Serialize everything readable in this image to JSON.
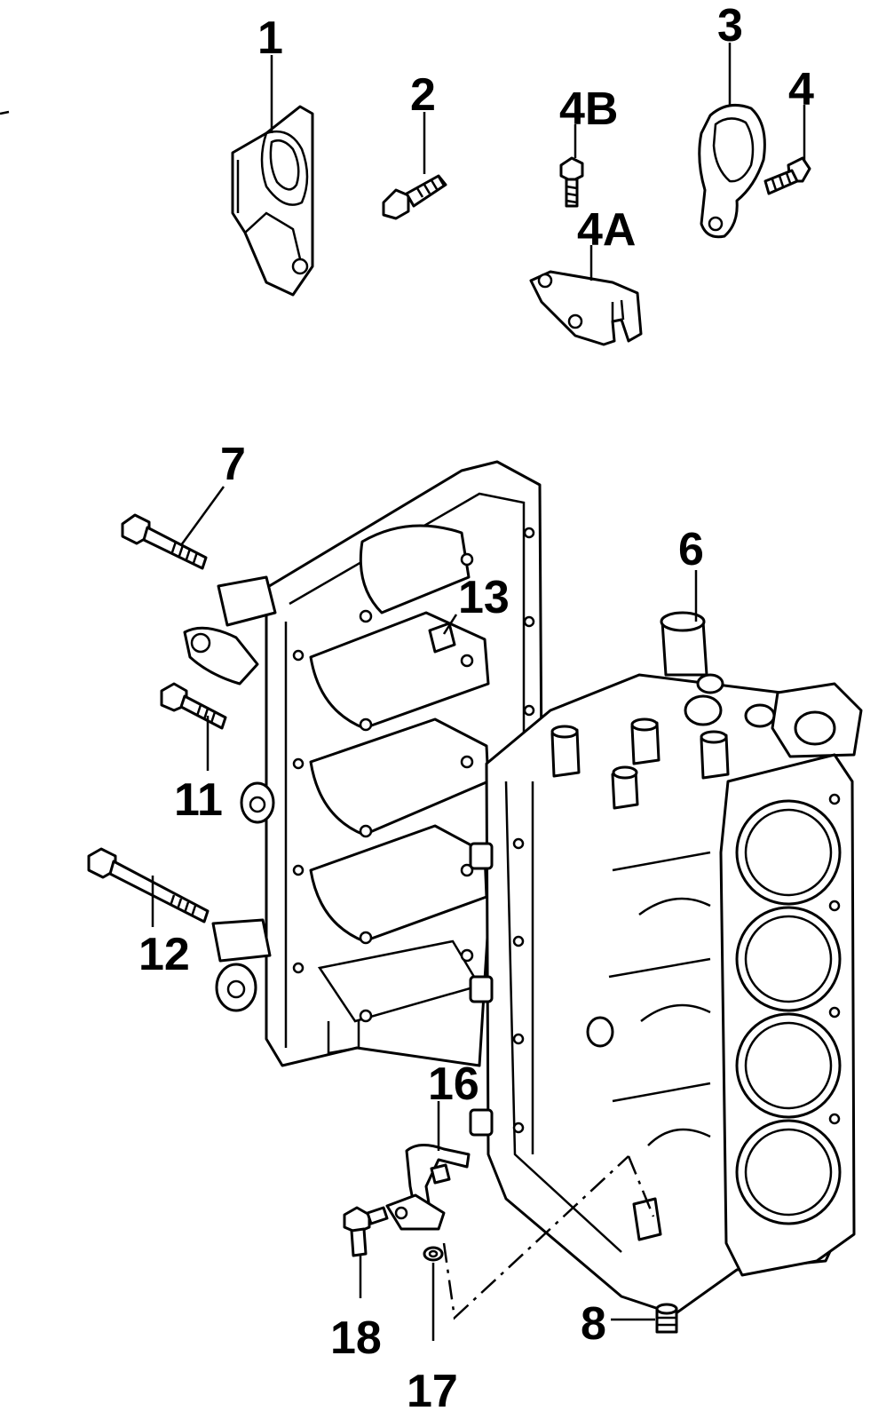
{
  "diagram": {
    "callouts": {
      "c1": "1",
      "c2": "2",
      "c3": "3",
      "c4": "4",
      "c4b": "4B",
      "c4a": "4A",
      "c6": "6",
      "c7": "7",
      "c8": "8",
      "c11": "11",
      "c12": "12",
      "c13": "13",
      "c16": "16",
      "c17": "17",
      "c18": "18"
    }
  }
}
